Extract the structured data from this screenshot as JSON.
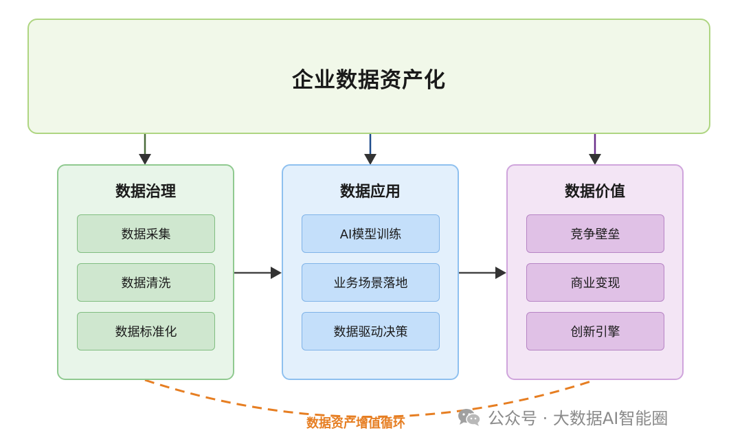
{
  "top": {
    "title": "企业数据资产化"
  },
  "columns": [
    {
      "title": "数据治理",
      "items": [
        "数据采集",
        "数据清洗",
        "数据标准化"
      ]
    },
    {
      "title": "数据应用",
      "items": [
        "AI模型训练",
        "业务场景落地",
        "数据驱动决策"
      ]
    },
    {
      "title": "数据价值",
      "items": [
        "竞争壁垒",
        "商业变现",
        "创新引擎"
      ]
    }
  ],
  "cycle": {
    "label": "数据资产增值循环"
  },
  "watermark": {
    "text": "公众号 · 大数据AI智能圈",
    "icon": "wechat-icon"
  },
  "colors": {
    "governance": "#8fc98f",
    "application": "#8ec0ef",
    "value": "#cfa4dc",
    "cycle": "#e67e22",
    "top_border": "#aed581"
  }
}
